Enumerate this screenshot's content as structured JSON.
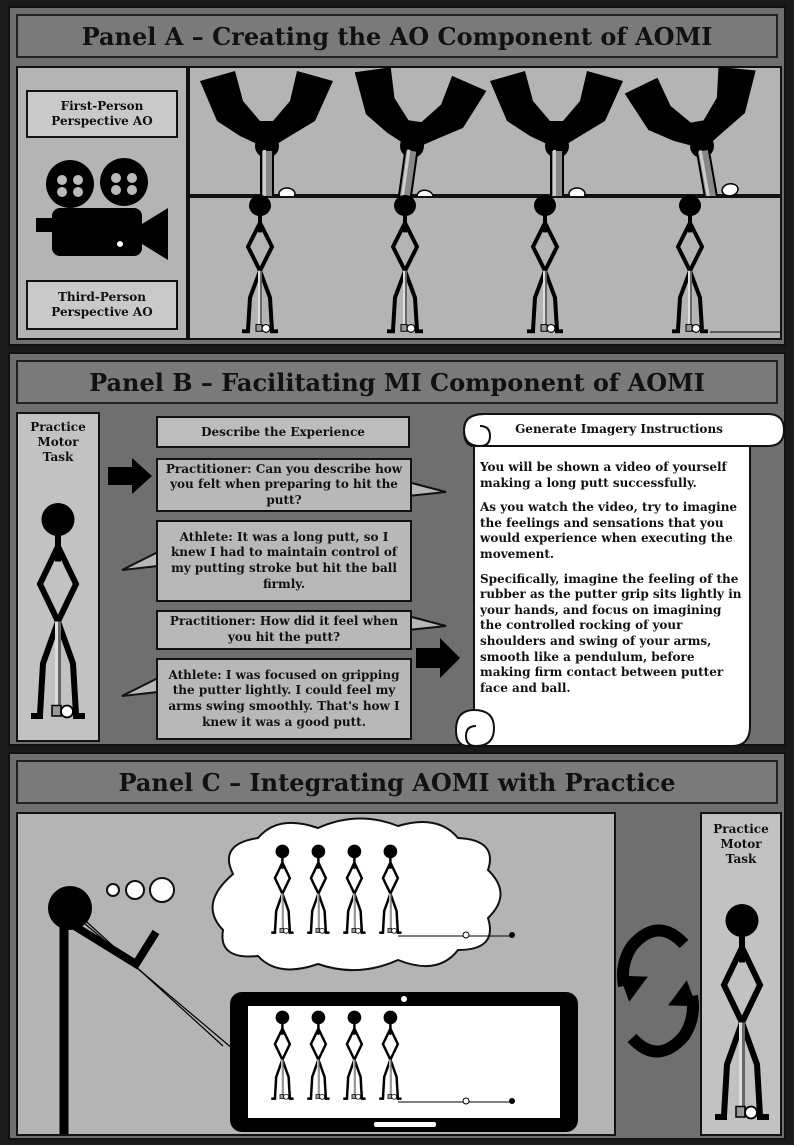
{
  "panel_a": {
    "title": "Panel A – Creating the AO Component of AOMI",
    "first_person_label": "First-Person Perspective AO",
    "third_person_label": "Third-Person Perspective AO",
    "icon": "video-camera-icon"
  },
  "panel_b": {
    "title": "Panel B – Facilitating MI Component of AOMI",
    "practice_label": "Practice Motor Task",
    "describe_header": "Describe the Experience",
    "dialogue": [
      "Practitioner: Can you describe how you felt when preparing to hit the putt?",
      "Athlete: It was a long putt, so I knew I had to maintain control of my putting stroke but hit the ball firmly.",
      "Practitioner: How did it feel when you hit the putt?",
      "Athlete: I was focused on gripping the putter lightly. I could feel my arms swing smoothly. That's how I knew it was a good putt."
    ],
    "scroll_title": "Generate Imagery Instructions",
    "scroll_paragraphs": [
      "You will be shown a video of yourself making a long putt successfully.",
      "As you watch the video, try to imagine the feelings and sensations that you would experience when executing the movement.",
      "Specifically, imagine the feeling of the rubber as the putter grip sits lightly in your hands, and focus on imagining the controlled rocking of your shoulders and swing of your arms, smooth like a pendulum, before making firm contact between putter face and ball."
    ]
  },
  "panel_c": {
    "title": "Panel C – Integrating AOMI with Practice",
    "practice_label": "Practice Motor Task",
    "cycle_icon": "cycle-arrows-icon",
    "tablet_icon": "tablet-icon",
    "thought_icon": "thought-bubble-icon"
  }
}
